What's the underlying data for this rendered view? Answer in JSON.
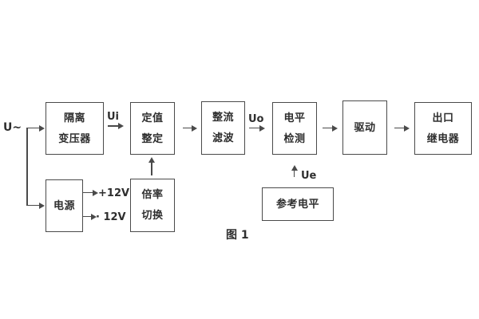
{
  "figure": {
    "caption": "图 1",
    "input_label": "U~",
    "signal_labels": {
      "ui": "Ui",
      "uo": "Uo",
      "ue": "Ue"
    },
    "power_rails": {
      "positive": "+12V",
      "negative": "· 12V"
    },
    "blocks": {
      "isolation_transformer": {
        "line1": "隔离",
        "line2": "变压器"
      },
      "setting_adjust": {
        "line1": "定值",
        "line2": "整定"
      },
      "rectifier_filter": {
        "line1": "整流",
        "line2": "滤波"
      },
      "level_detect": {
        "line1": "电平",
        "line2": "检测"
      },
      "driver": {
        "line1": "驱动"
      },
      "output_relay": {
        "line1": "出口",
        "line2": "继电器"
      },
      "power_supply": {
        "line1": "电源"
      },
      "ratio_switch": {
        "line1": "倍率",
        "line2": "切换"
      },
      "reference_level": {
        "line1": "参考电平"
      }
    },
    "colors": {
      "line": "#4a4a4a",
      "text": "#2e2e2e",
      "background": "#ffffff"
    }
  }
}
